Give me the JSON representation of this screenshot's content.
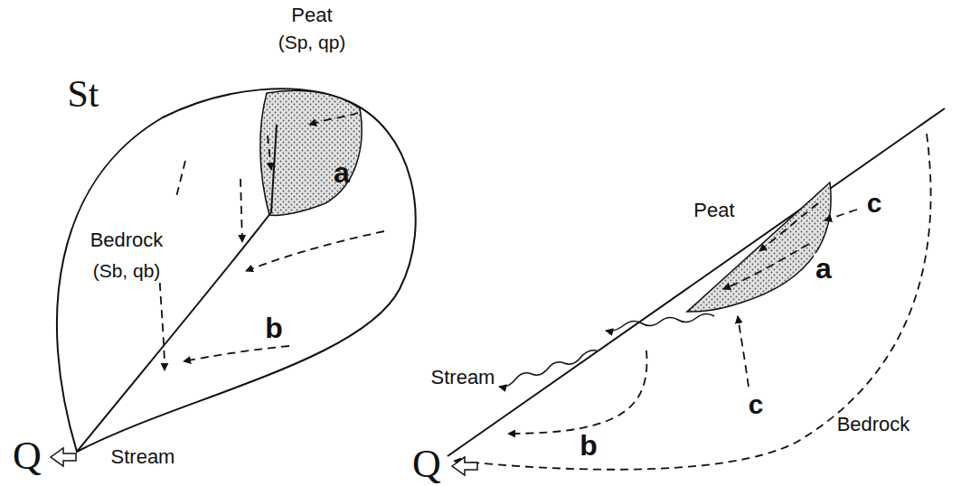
{
  "diagram": {
    "labels": [
      "Peat",
      "(Sp, qp)",
      "St",
      "a",
      "Bedrock",
      "(Sb, qb)",
      "b",
      "Q",
      "Stream",
      "Peat",
      "c",
      "a",
      "c",
      "Stream",
      "b",
      "Q",
      "Bedrock"
    ]
  }
}
